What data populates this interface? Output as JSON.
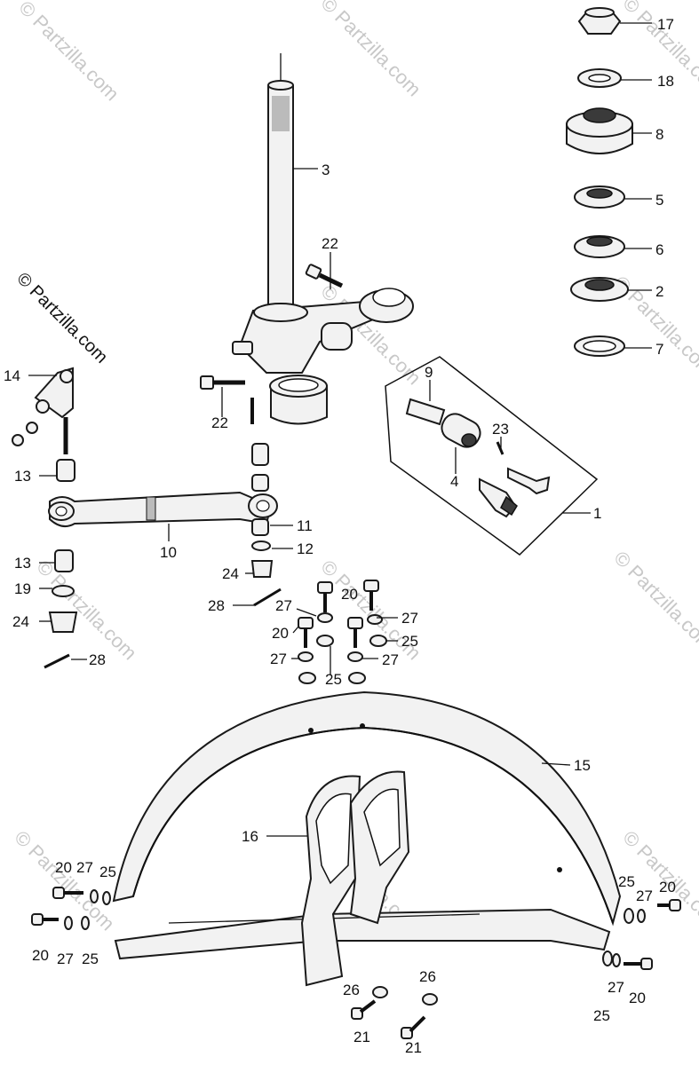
{
  "watermark": {
    "text": "© Partzilla.com"
  },
  "callouts": [
    {
      "id": "c17",
      "text": "17"
    },
    {
      "id": "c18",
      "text": "18"
    },
    {
      "id": "c8",
      "text": "8"
    },
    {
      "id": "c5",
      "text": "5"
    },
    {
      "id": "c6",
      "text": "6"
    },
    {
      "id": "c2",
      "text": "2"
    },
    {
      "id": "c7",
      "text": "7"
    },
    {
      "id": "c3",
      "text": "3"
    },
    {
      "id": "c22a",
      "text": "22"
    },
    {
      "id": "c22b",
      "text": "22"
    },
    {
      "id": "c9",
      "text": "9"
    },
    {
      "id": "c23",
      "text": "23"
    },
    {
      "id": "c4",
      "text": "4"
    },
    {
      "id": "c1",
      "text": "1"
    },
    {
      "id": "c14",
      "text": "14"
    },
    {
      "id": "c13a",
      "text": "13"
    },
    {
      "id": "c10",
      "text": "10"
    },
    {
      "id": "c11",
      "text": "11"
    },
    {
      "id": "c12",
      "text": "12"
    },
    {
      "id": "c24a",
      "text": "24"
    },
    {
      "id": "c13b",
      "text": "13"
    },
    {
      "id": "c19",
      "text": "19"
    },
    {
      "id": "c24b",
      "text": "24"
    },
    {
      "id": "c28a",
      "text": "28"
    },
    {
      "id": "c28b",
      "text": "28"
    },
    {
      "id": "c27a",
      "text": "27"
    },
    {
      "id": "c20a",
      "text": "20"
    },
    {
      "id": "c27b",
      "text": "27"
    },
    {
      "id": "c20b",
      "text": "20"
    },
    {
      "id": "c25a",
      "text": "25"
    },
    {
      "id": "c27c",
      "text": "27"
    },
    {
      "id": "c27d",
      "text": "27"
    },
    {
      "id": "c25b",
      "text": "25"
    },
    {
      "id": "c15",
      "text": "15"
    },
    {
      "id": "c16",
      "text": "16"
    },
    {
      "id": "c20c",
      "text": "20"
    },
    {
      "id": "c27e",
      "text": "27"
    },
    {
      "id": "c25c",
      "text": "25"
    },
    {
      "id": "c20d",
      "text": "20"
    },
    {
      "id": "c27f",
      "text": "27"
    },
    {
      "id": "c25d",
      "text": "25"
    },
    {
      "id": "c25e",
      "text": "25"
    },
    {
      "id": "c27g",
      "text": "27"
    },
    {
      "id": "c20e",
      "text": "20"
    },
    {
      "id": "c26a",
      "text": "26"
    },
    {
      "id": "c26b",
      "text": "26"
    },
    {
      "id": "c21a",
      "text": "21"
    },
    {
      "id": "c21b",
      "text": "21"
    },
    {
      "id": "c27h",
      "text": "27"
    },
    {
      "id": "c20f",
      "text": "20"
    },
    {
      "id": "c25f",
      "text": "25"
    }
  ]
}
